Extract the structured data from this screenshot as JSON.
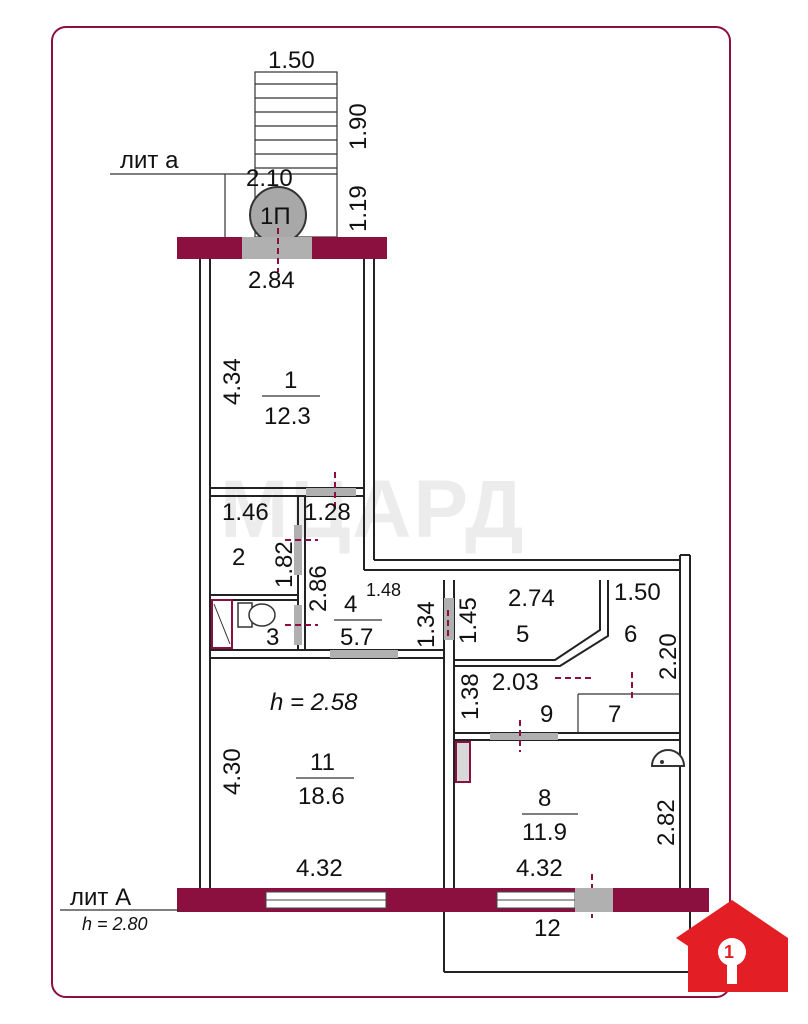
{
  "frame": {
    "border_color": "#8b1040"
  },
  "colors": {
    "slab": "#8b1040",
    "door": "#b0b0b0",
    "logo": "#e31e24"
  },
  "watermark": "МЦАРД",
  "lit_a_small": "лит  а",
  "lit_A_big": "лит  А",
  "height_big": "h = 2.80",
  "height_inner": "h = 2.58",
  "porch": {
    "label": "1П",
    "width": "1.50",
    "height": "1.90",
    "depth": "1.19",
    "span": "2.10"
  },
  "dims": {
    "room1_width": "2.84",
    "room1_length": "4.34",
    "room2_width": "1.46",
    "room2_length": "1.82",
    "corr_width": "1.28",
    "corr_length": "2.86",
    "r4_width": "1.48",
    "r4_length": "1.34",
    "r5_length": "1.45",
    "r5_width": "2.74",
    "r6_width": "1.50",
    "r6_length": "2.20",
    "r9_width": "2.03",
    "r9_length": "1.38",
    "r11_length": "4.30",
    "r11_width": "4.32",
    "r8_length": "2.82",
    "r8_width": "4.32"
  },
  "rooms": [
    {
      "num": "1",
      "area": "12.3"
    },
    {
      "num": "2",
      "area": ""
    },
    {
      "num": "3",
      "area": ""
    },
    {
      "num": "4",
      "area": "5.7"
    },
    {
      "num": "5",
      "area": ""
    },
    {
      "num": "6",
      "area": ""
    },
    {
      "num": "7",
      "area": ""
    },
    {
      "num": "8",
      "area": "11.9"
    },
    {
      "num": "9",
      "area": ""
    },
    {
      "num": "11",
      "area": "18.6"
    },
    {
      "num": "12",
      "area": ""
    }
  ],
  "logo": {
    "glyph": "1"
  }
}
